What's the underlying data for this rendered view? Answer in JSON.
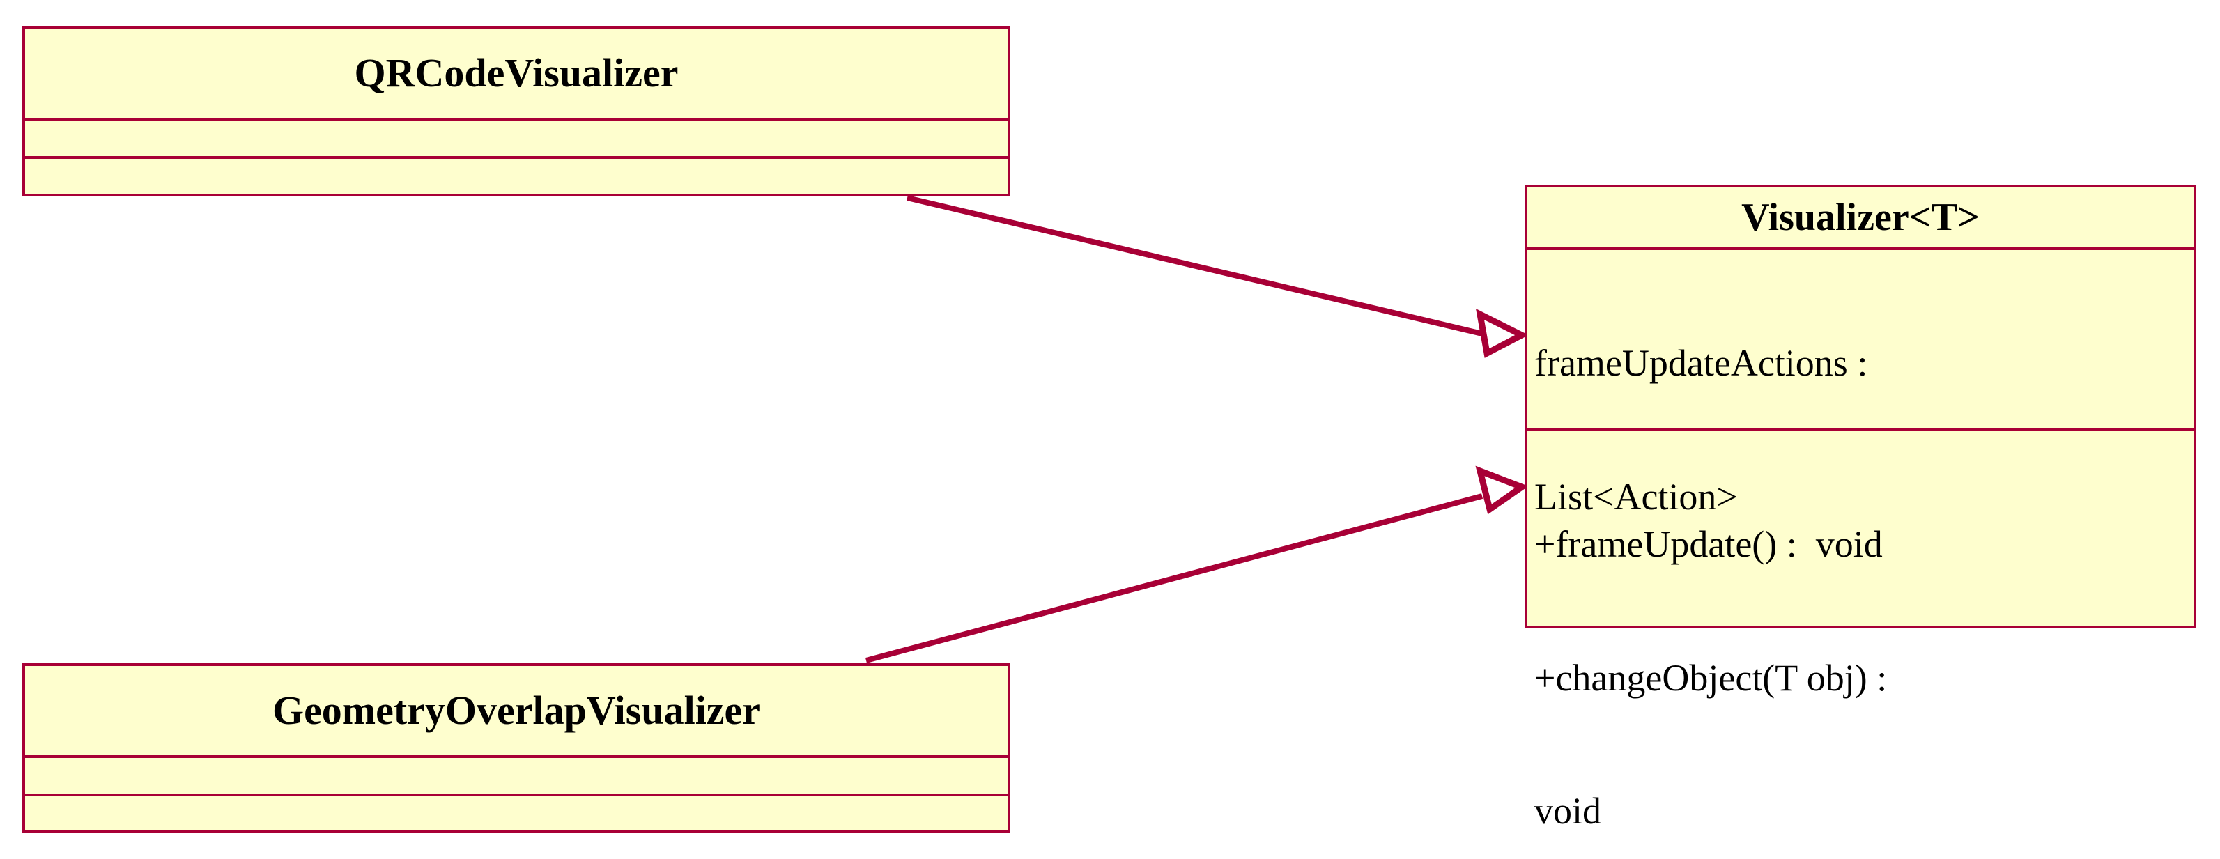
{
  "diagram": {
    "type": "uml-class-diagram",
    "title": "",
    "background_color": "#FFFFFF",
    "class_fill_color": "#FEFECE",
    "class_border_color": "#A80036",
    "connector_color": "#A80036",
    "text_color": "#000000",
    "arrowhead_fill_color": "#FFFFFF"
  },
  "classes": {
    "qrcode": {
      "name": "QRCodeVisualizer",
      "stereotype": "",
      "attributes": [],
      "operations": []
    },
    "geometry": {
      "name": "GeometryOverlapVisualizer",
      "stereotype": "",
      "attributes": [],
      "operations": []
    },
    "visualizer": {
      "name": "Visualizer<T>",
      "stereotype": "",
      "attributes": [
        "frameUpdateActions :",
        "List<Action>"
      ],
      "attributes_full": [
        "frameUpdateActions : List<Action>"
      ],
      "operations": [
        "+frameUpdate() :  void",
        "+changeObject(T obj) :",
        "void"
      ],
      "operations_full": [
        "+frameUpdate() : void",
        "+changeObject(T obj) : void"
      ]
    }
  },
  "relationships": [
    {
      "id": "rel-qrcode-extends-visualizer",
      "kind": "generalization",
      "arrowhead": "hollow-triangle",
      "source": "QRCodeVisualizer",
      "target": "Visualizer<T>",
      "label": ""
    },
    {
      "id": "rel-geometry-extends-visualizer",
      "kind": "generalization",
      "arrowhead": "hollow-triangle",
      "source": "GeometryOverlapVisualizer",
      "target": "Visualizer<T>",
      "label": ""
    }
  ]
}
